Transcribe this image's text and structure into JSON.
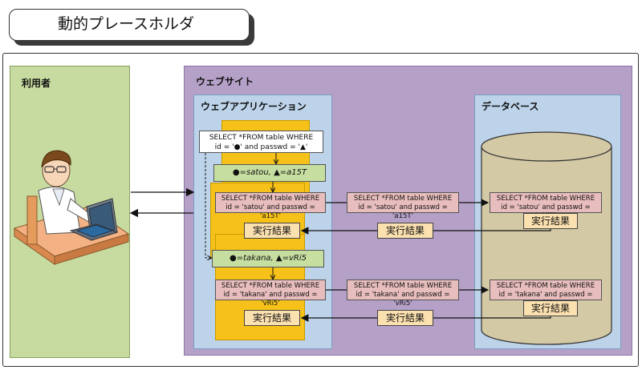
{
  "title": "動的プレースホルダ",
  "panels": {
    "user": "利用者",
    "website": "ウェブサイト",
    "webapp": "ウェブアプリケーション",
    "database": "データベース"
  },
  "template_query": {
    "line1": "SELECT *FROM table WHERE",
    "line2": "id = '●' and passwd = '▲'"
  },
  "bind1": "●=satou, ▲=a15T",
  "bind2": "●=takana, ▲=vRi5",
  "query1": {
    "line1": "SELECT *FROM table WHERE",
    "line2": "id = 'satou' and passwd = 'a15T'"
  },
  "query2": {
    "line1": "SELECT *FROM table WHERE",
    "line2": "id = 'takana' and passwd = 'vRi5'"
  },
  "result_label": "実行結果"
}
